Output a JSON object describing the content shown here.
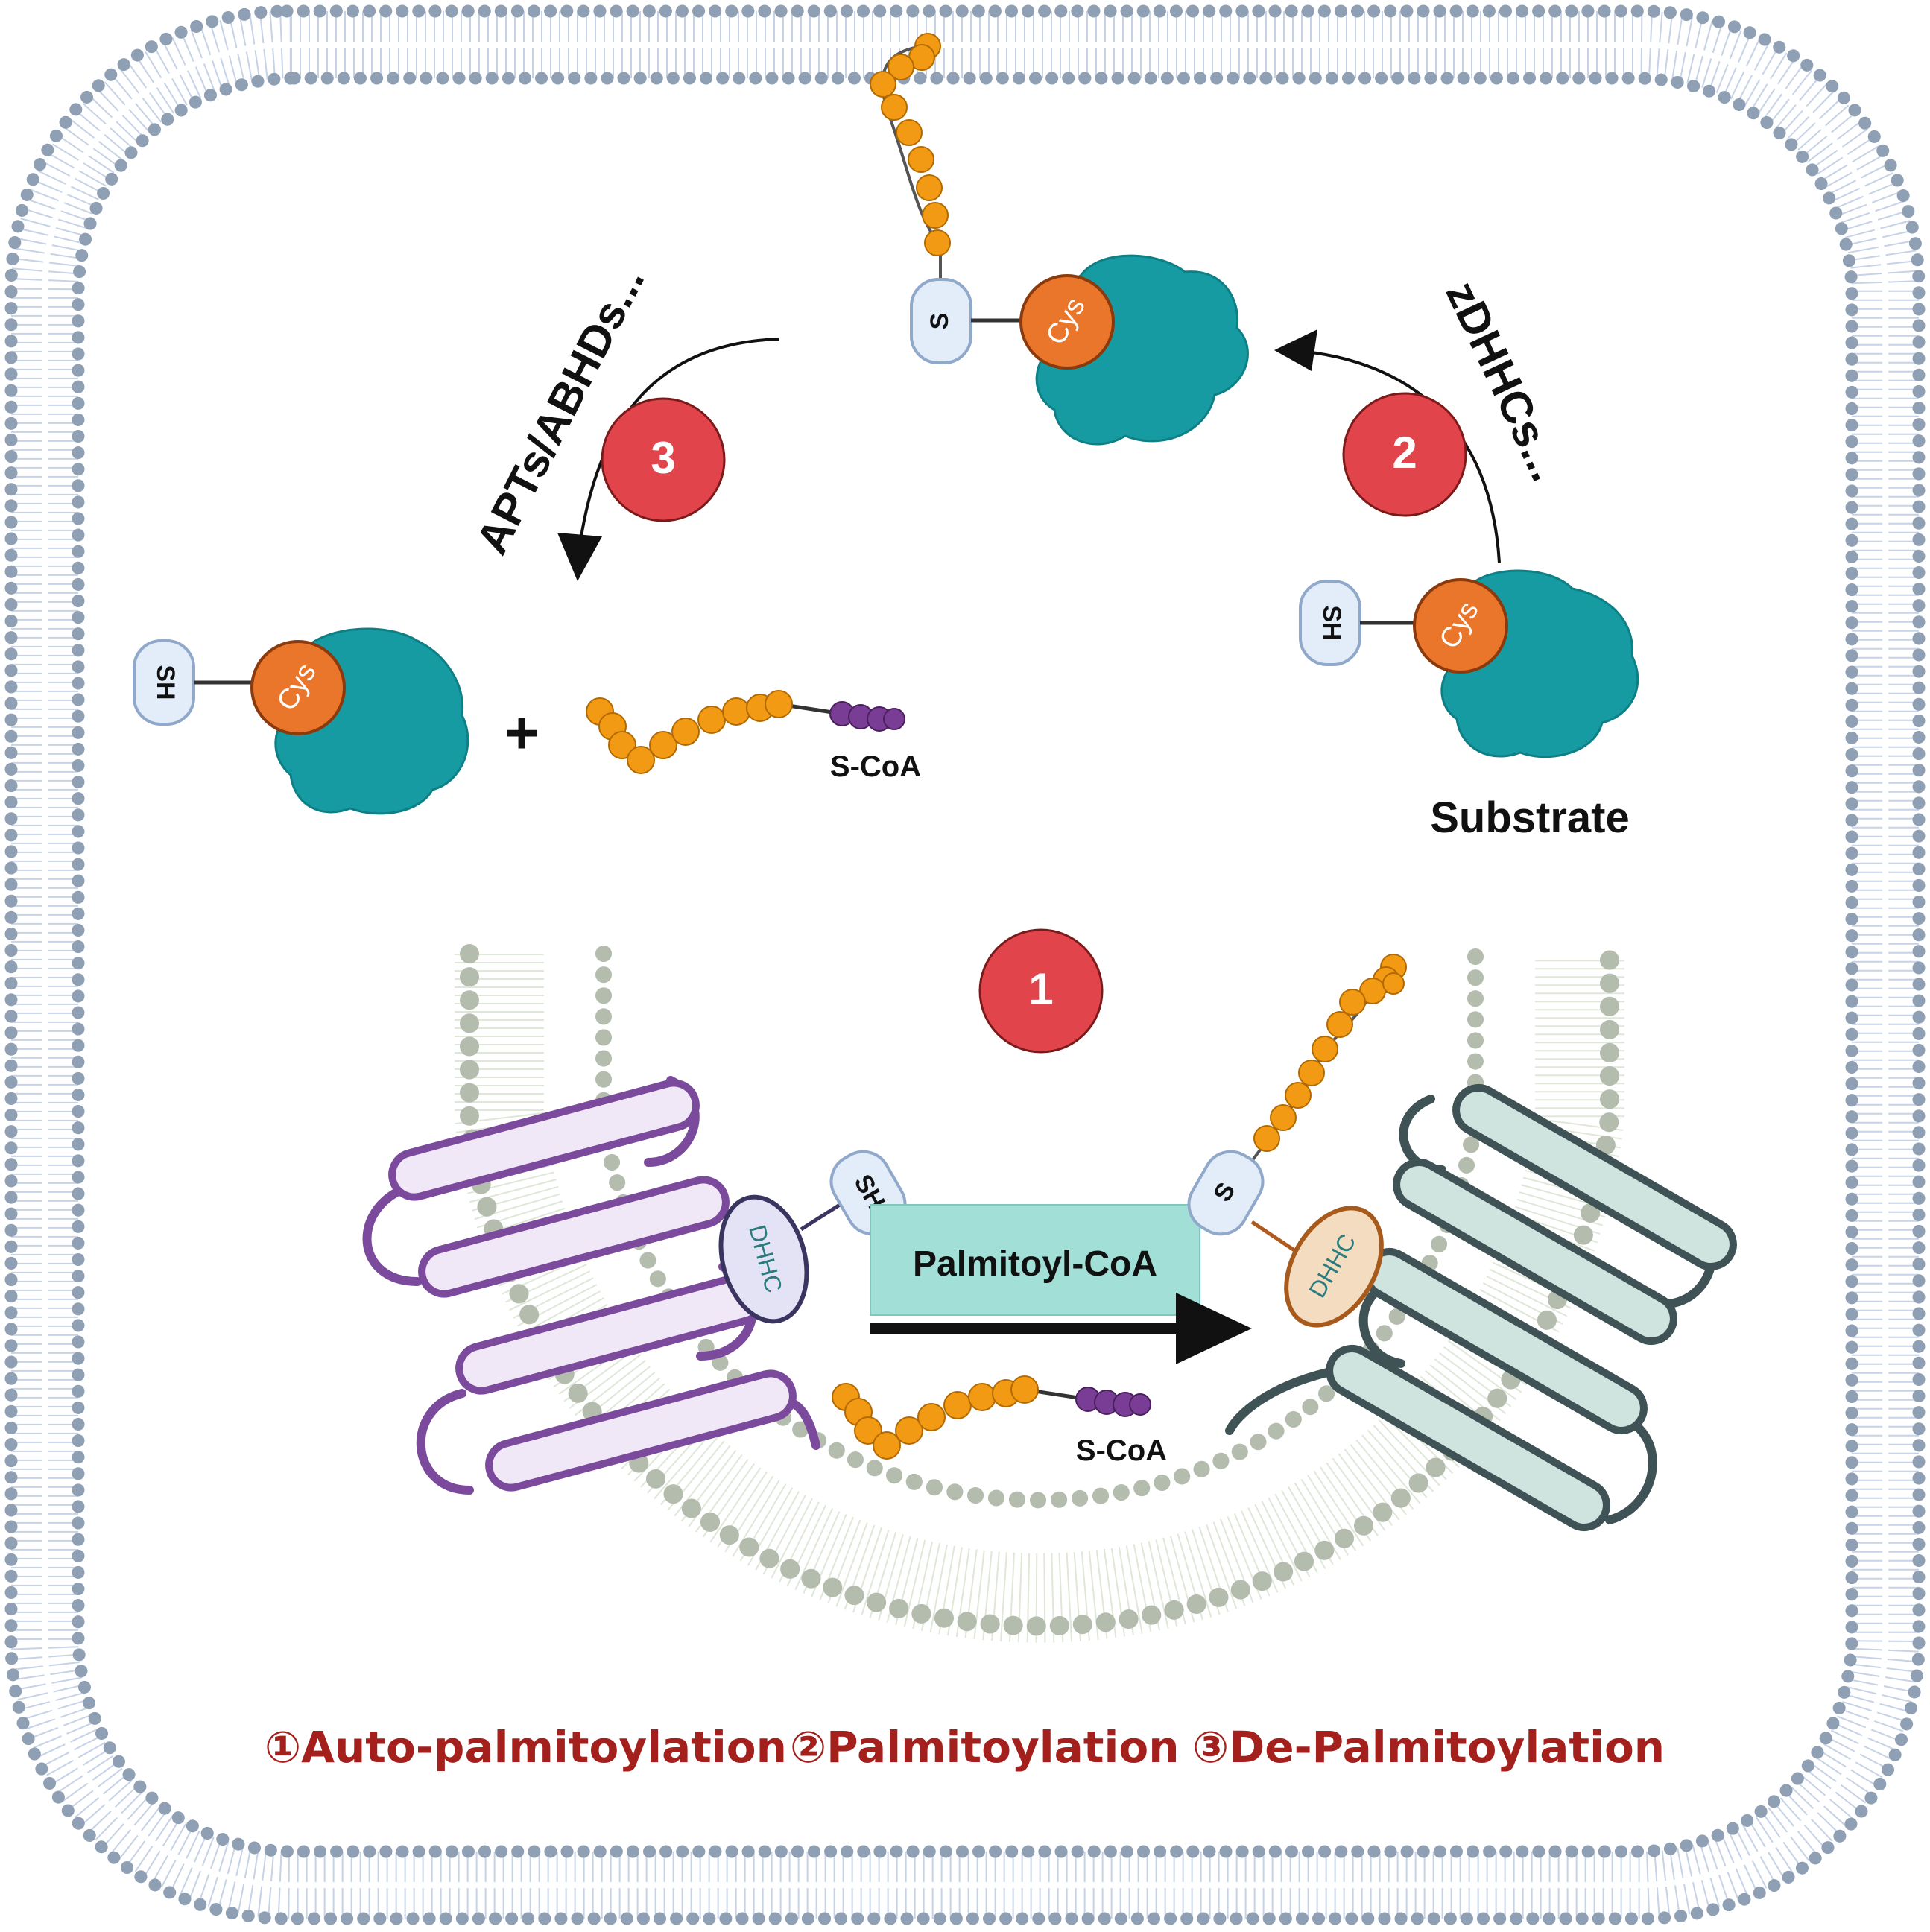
{
  "steps": {
    "step1": {
      "number": "1"
    },
    "step2": {
      "number": "2"
    },
    "step3": {
      "number": "3"
    }
  },
  "labels": {
    "zdhhcs": "zDHHCs...",
    "apts": "APTs/ABHDs...",
    "substrate": "Substrate",
    "scoa": "S-CoA",
    "palmitoyl_coa": "Palmitoyl-CoA",
    "cys": "Cys",
    "sh": "SH",
    "s": "S",
    "dhhc": "DHHC",
    "plus": "+"
  },
  "legend": {
    "item1": "①Auto-palmitoylation",
    "item2": "②Palmitoylation",
    "item3": "③De-Palmitoylation"
  },
  "colors": {
    "membrane": "#8fa0b5",
    "membrane_tail": "#c6d2e6",
    "golgi": "#b3bcad",
    "protein": "#159ba1",
    "cys": "#e9762b",
    "palmitate": "#f29a14",
    "coa": "#7a3d95",
    "step_badge": "#e2444b",
    "enzyme_purple": "#7b4a9c",
    "enzyme_dark": "#3f5256",
    "palmitoyl_box": "#a2dfd7",
    "legend_text": "#a3201c"
  }
}
